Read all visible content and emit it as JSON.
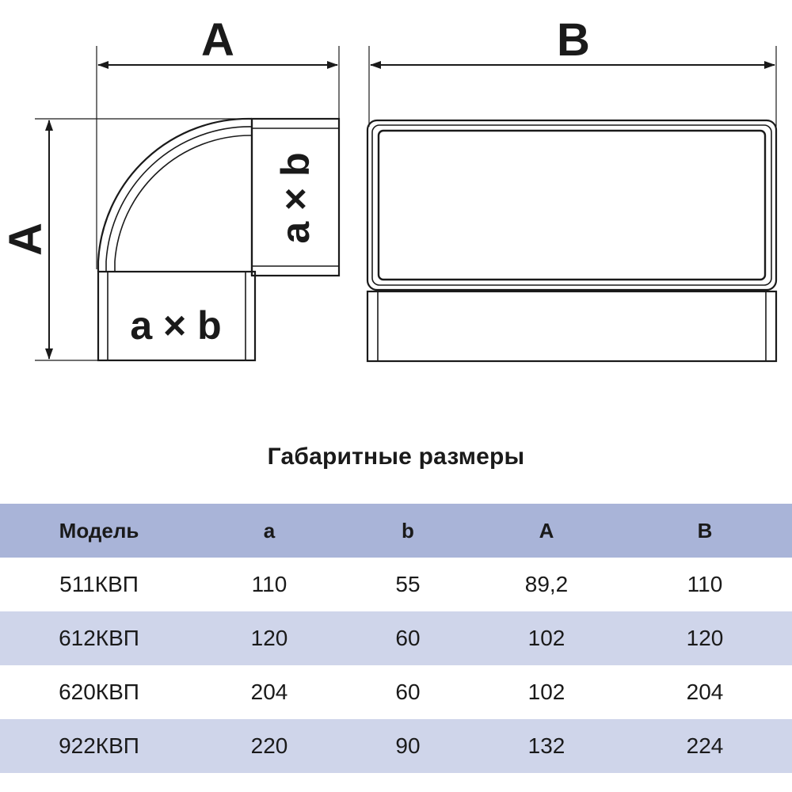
{
  "drawing": {
    "elbow": {
      "dim_width_label": "A",
      "dim_height_label": "A",
      "outlet_label": "a × b",
      "inlet_label": "a × b"
    },
    "straight": {
      "dim_length_label": "B"
    }
  },
  "table": {
    "title": "Габаритные размеры",
    "columns": [
      "Модель",
      "a",
      "b",
      "A",
      "B"
    ],
    "rows": [
      [
        "511КВП",
        "110",
        "55",
        "89,2",
        "110"
      ],
      [
        "612КВП",
        "120",
        "60",
        "102",
        "120"
      ],
      [
        "620КВП",
        "204",
        "60",
        "102",
        "204"
      ],
      [
        "922КВП",
        "220",
        "90",
        "132",
        "224"
      ]
    ],
    "header_color": "#a9b4d8",
    "stripe_color": "#cfd5ea"
  }
}
